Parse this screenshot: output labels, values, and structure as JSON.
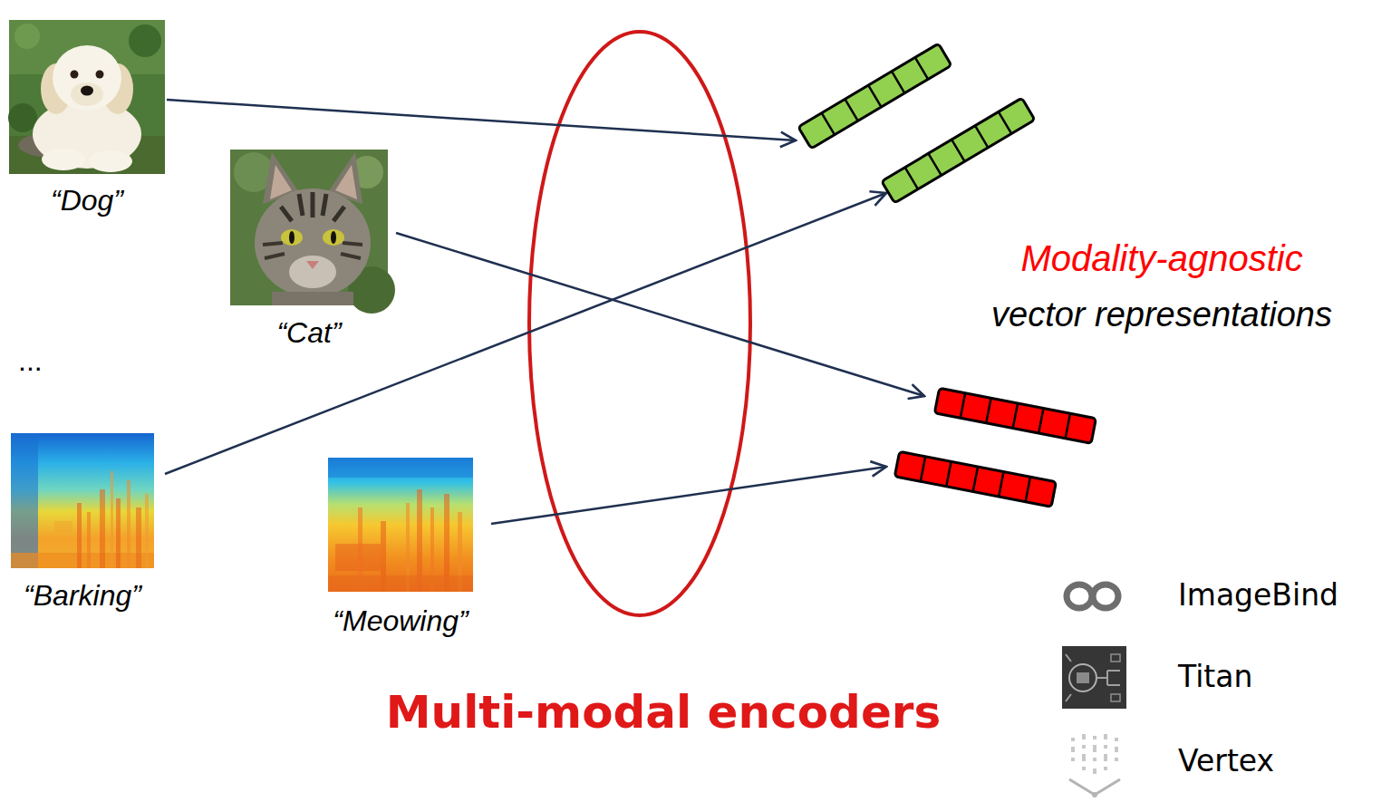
{
  "diagram": {
    "nodes": [
      {
        "text": [
          "“Dog”"
        ]
      },
      {
        "text": [
          "“Cat”"
        ]
      },
      {
        "text": [
          "“Barking”"
        ]
      },
      {
        "text": [
          "“Meowing”"
        ]
      }
    ],
    "labels": [
      "...",
      "Modality-agnostic",
      "vector representations",
      "Multi-modal encoders",
      "ImageBind",
      "Titan",
      "Vertex"
    ]
  }
}
